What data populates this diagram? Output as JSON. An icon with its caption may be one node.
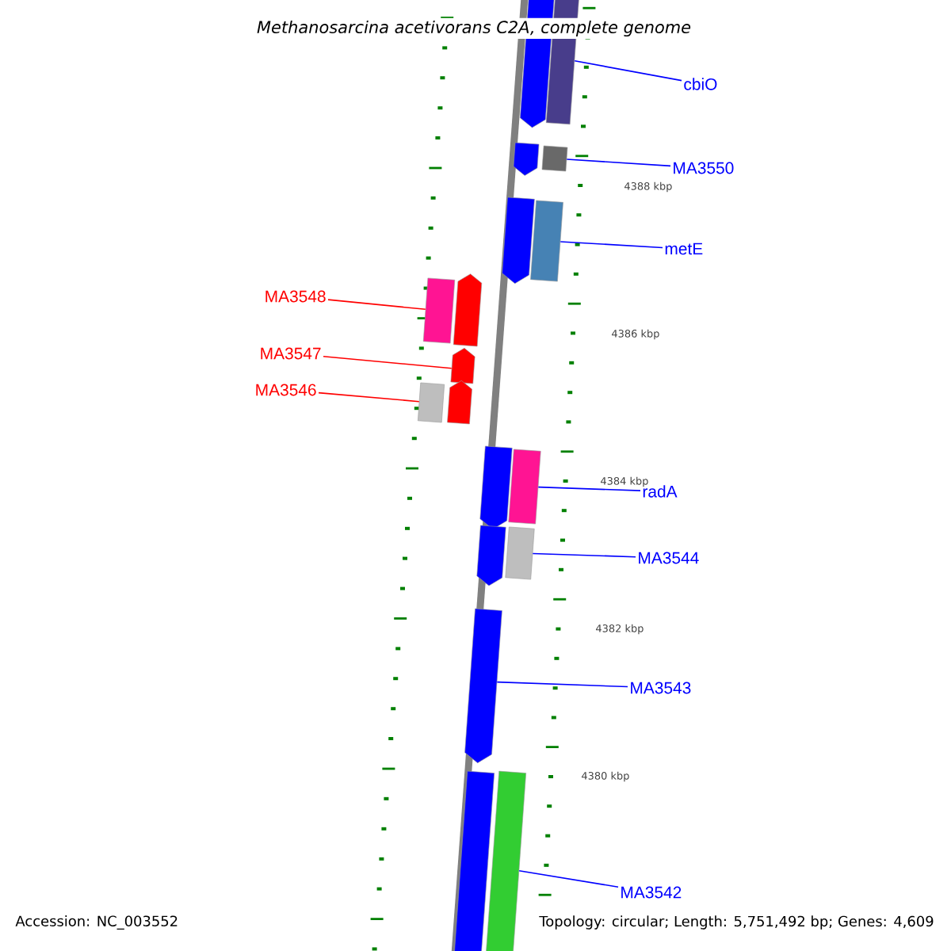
{
  "diagram": {
    "title": "*Methanosarcina acetivorans* C2A, complete genome",
    "nodes": [
      {
        "text": [
          "cbiO"
        ]
      },
      {
        "text": [
          "MA3550"
        ]
      },
      {
        "text": [
          "metE"
        ]
      },
      {
        "text": [
          "MA3548"
        ]
      },
      {
        "text": [
          "MA3547"
        ]
      },
      {
        "text": [
          "MA3546"
        ]
      },
      {
        "text": [
          "radA"
        ]
      },
      {
        "text": [
          "MA3544"
        ]
      },
      {
        "text": [
          "MA3543"
        ]
      },
      {
        "text": [
          "MA3542"
        ]
      },
      {
        "text": [],
        "shape": "pentagon"
      },
      {
        "text": [],
        "shape": "bar"
      },
      {
        "text": [],
        "shape": "pentagon"
      },
      {
        "text": [],
        "shape": "bar"
      },
      {
        "text": [],
        "shape": "pentagon"
      },
      {
        "text": [],
        "shape": "bar"
      },
      {
        "text": [],
        "shape": "bar"
      },
      {
        "text": [],
        "shape": "pentagon"
      },
      {
        "text": [],
        "shape": "pentagon"
      },
      {
        "text": [],
        "shape": "bar"
      },
      {
        "text": [],
        "shape": "pentagon"
      },
      {
        "text": [],
        "shape": "pentagon"
      },
      {
        "text": [],
        "shape": "bar"
      },
      {
        "text": [],
        "shape": "pentagon"
      },
      {
        "text": [],
        "shape": "bar"
      },
      {
        "text": [],
        "shape": "pentagon"
      },
      {
        "text": [],
        "shape": "bar"
      },
      {
        "text": [],
        "shape": "bar"
      }
    ],
    "edges": [
      {
        "from": 0,
        "to": 11,
        "arrow": "none"
      },
      {
        "from": 1,
        "to": 13,
        "arrow": "none"
      },
      {
        "from": 2,
        "to": 15,
        "arrow": "none"
      },
      {
        "from": 3,
        "to": 16,
        "arrow": "none",
        "color": "#ff0000"
      },
      {
        "from": 4,
        "to": 18,
        "arrow": "none",
        "color": "#ff0000"
      },
      {
        "from": 5,
        "to": 19,
        "arrow": "none",
        "color": "#ff0000"
      },
      {
        "from": 6,
        "to": 22,
        "arrow": "none"
      },
      {
        "from": 7,
        "to": 24,
        "arrow": "none"
      },
      {
        "from": 8,
        "to": 25,
        "arrow": "none"
      },
      {
        "from": 9,
        "to": 27,
        "arrow": "none"
      }
    ],
    "labels": [
      "4388 kbp",
      "4386 kbp",
      "4384 kbp",
      "4382 kbp",
      "4380 kbp",
      "Accession: NC_003552",
      "Topology: circular; Length: 5,751,492 bp; Genes: 4,609"
    ]
  }
}
